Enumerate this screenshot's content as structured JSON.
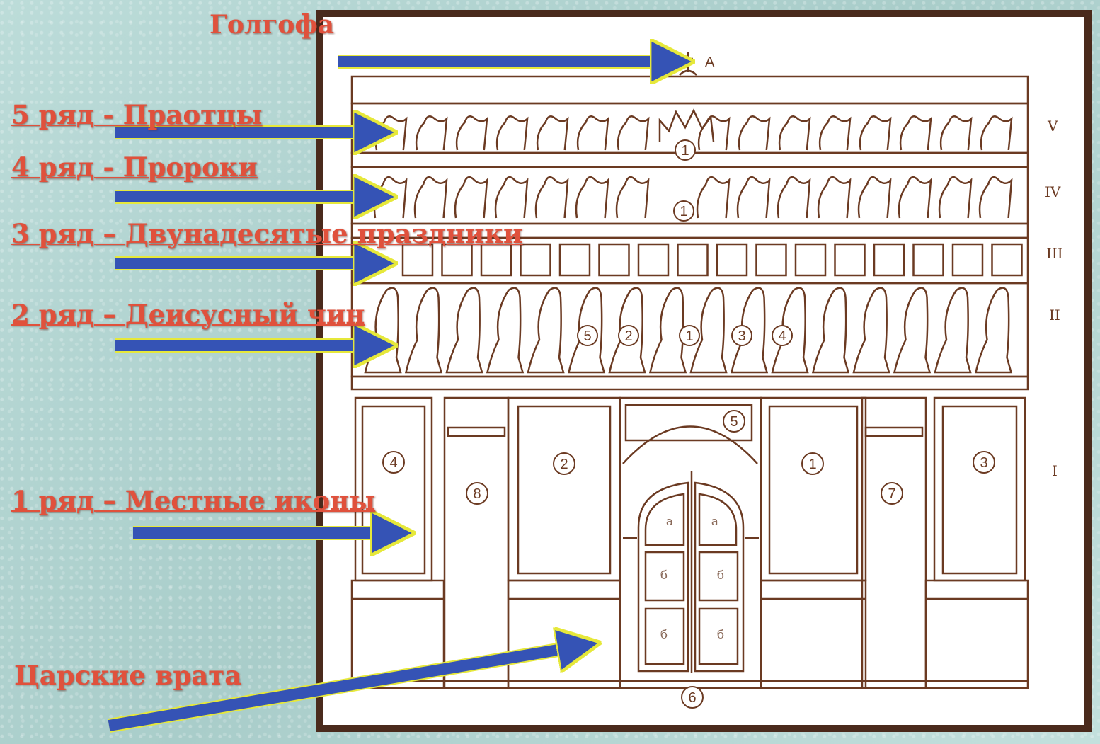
{
  "labels": {
    "golgotha": "Голгофа",
    "row5": "5 ряд - Праотцы",
    "row4": "4 ряд - Пророки",
    "row3": "3 ряд – Двунадесятые праздники",
    "row2": "2 ряд – Деисусный чин",
    "row1": "1 ряд – Местные иконы",
    "royal_gates": "Царские врата"
  },
  "row_numerals": [
    "V",
    "IV",
    "III",
    "II",
    "I"
  ],
  "top_marker": "А",
  "markers": {
    "row5_center": "1",
    "row4_center": "1",
    "deesis": [
      "5",
      "2",
      "1",
      "3",
      "4"
    ],
    "local_icons": [
      "4",
      "8",
      "2",
      "5",
      "1",
      "7",
      "3",
      "6"
    ],
    "gate_panels": [
      "а",
      "а",
      "б",
      "б",
      "б",
      "б"
    ]
  },
  "colors": {
    "label_red": "#e0513c",
    "arrow_blue": "#3553b5",
    "arrow_outline": "#e6e83a",
    "diagram_stroke": "#6b3a22",
    "frame": "#4a2a1c"
  },
  "icons": [
    "cross-icon",
    "arrow-icon"
  ]
}
